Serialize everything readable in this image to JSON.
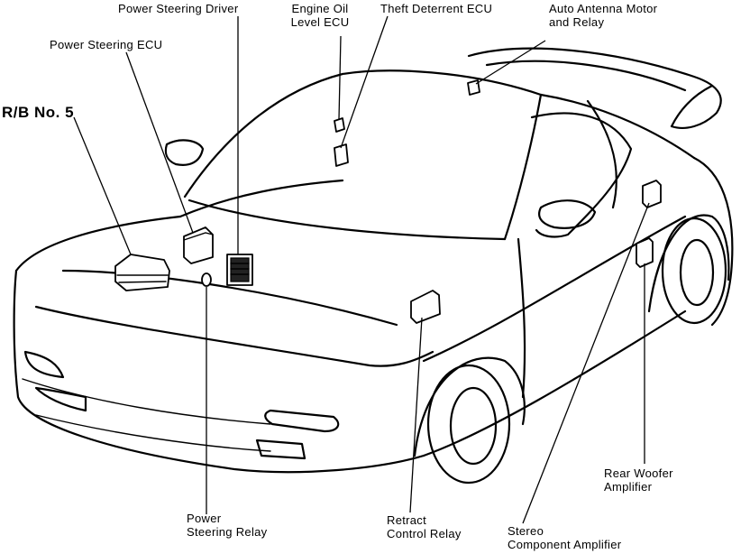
{
  "labels": {
    "power_steering_driver": "Power Steering Driver",
    "engine_oil_level_ecu_1": "Engine Oil",
    "engine_oil_level_ecu_2": "Level ECU",
    "theft_deterrent_ecu": "Theft Deterrent ECU",
    "auto_antenna_1": "Auto Antenna Motor",
    "auto_antenna_2": "and Relay",
    "power_steering_ecu": "Power Steering ECU",
    "rb_no5": "R/B No. 5",
    "power_steering_relay_1": "Power",
    "power_steering_relay_2": "Steering Relay",
    "retract_control_relay_1": "Retract",
    "retract_control_relay_2": "Control Relay",
    "stereo_amp_1": "Stereo",
    "stereo_amp_2": "Component Amplifier",
    "rear_woofer_1": "Rear Woofer",
    "rear_woofer_2": "Amplifier"
  }
}
